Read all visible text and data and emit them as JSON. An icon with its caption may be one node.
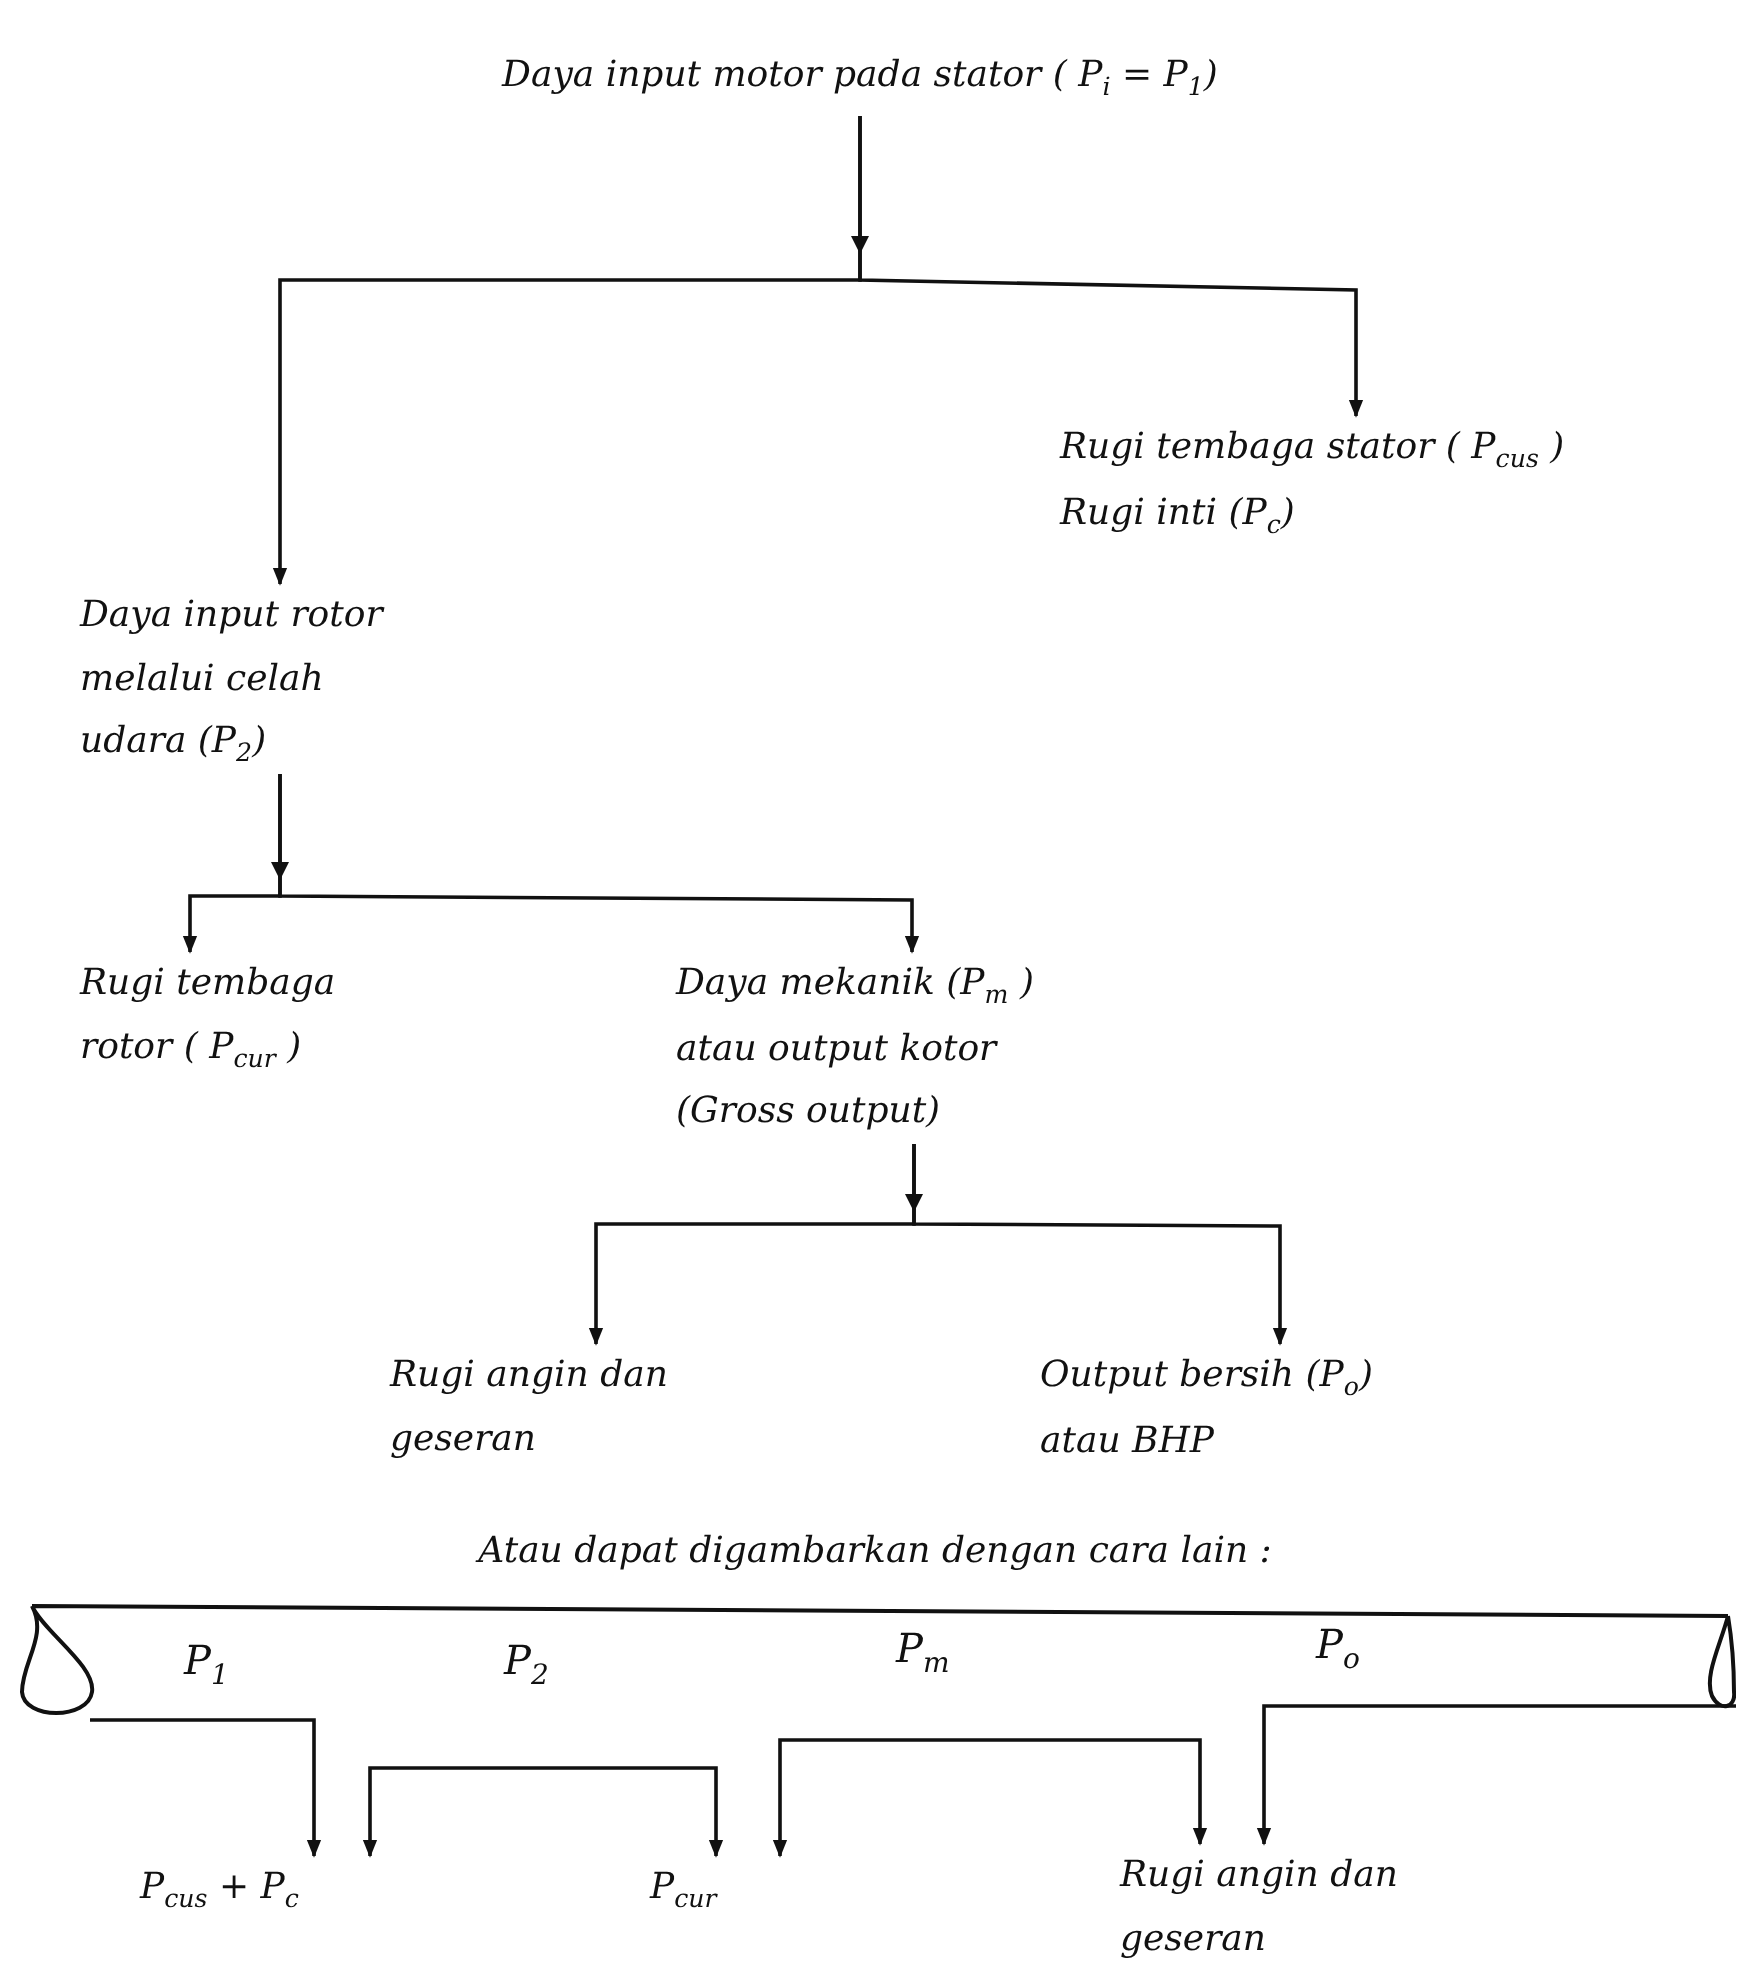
{
  "diagram": {
    "nodes": [
      {
        "text": [
          "Daya input motor pada stator ( P$_{i}$ = P$_{1}$)"
        ]
      },
      {
        "text": [
          "Rugi tembaga stator ( P$_{cu}$$_{s}$ )",
          "Rugi inti (P$_{c}$)"
        ]
      },
      {
        "text": [
          "Daya input rotor melalui celah udara (P$_{2}$)"
        ]
      },
      {
        "text": [
          "Rugi tembaga rotor ( P$_{cu}$$_{r}$ )"
        ]
      },
      {
        "text": [
          "Daya mekanik (P$_{m}$ ) atau output kotor (Gross output)"
        ]
      },
      {
        "text": [
          "Rugi angin dan geseran"
        ]
      },
      {
        "text": [
          "Output bersih (P$_{o}$) atau BHP"
        ]
      },
      {
        "text": [],
        "shape": "bar"
      },
      {
        "text": [
          "P$_{cu}$$_{s}$ + P$_{c}$"
        ]
      },
      {
        "text": [
          "P$_{cu}$$_{r}$"
        ]
      },
      {
        "text": [
          "Rugi angin dan geseran"
        ]
      }
    ],
    "edges": [
      {
        "from": 0,
        "to": 1,
        "arrow": "to"
      },
      {
        "from": 0,
        "to": 2,
        "arrow": "to"
      },
      {
        "from": 2,
        "to": 3,
        "arrow": "to"
      },
      {
        "from": 2,
        "to": 4,
        "arrow": "to"
      },
      {
        "from": 4,
        "to": 5,
        "arrow": "to"
      },
      {
        "from": 4,
        "to": 6,
        "arrow": "to"
      },
      {
        "from": 7,
        "to": 8,
        "arrow": "to",
        "label": "P$_{1}$"
      },
      {
        "from": 8,
        "to": 9,
        "arrow": "both",
        "label": "P$_{2}$"
      },
      {
        "from": 9,
        "to": 10,
        "arrow": "both",
        "label": "P$_{m}$"
      },
      {
        "from": 7,
        "to": 10,
        "arrow": "to",
        "label": "P$_{o}$"
      }
    ],
    "labels": [
      "Atau dapat digambarkan dengan cara lain :"
    ]
  }
}
